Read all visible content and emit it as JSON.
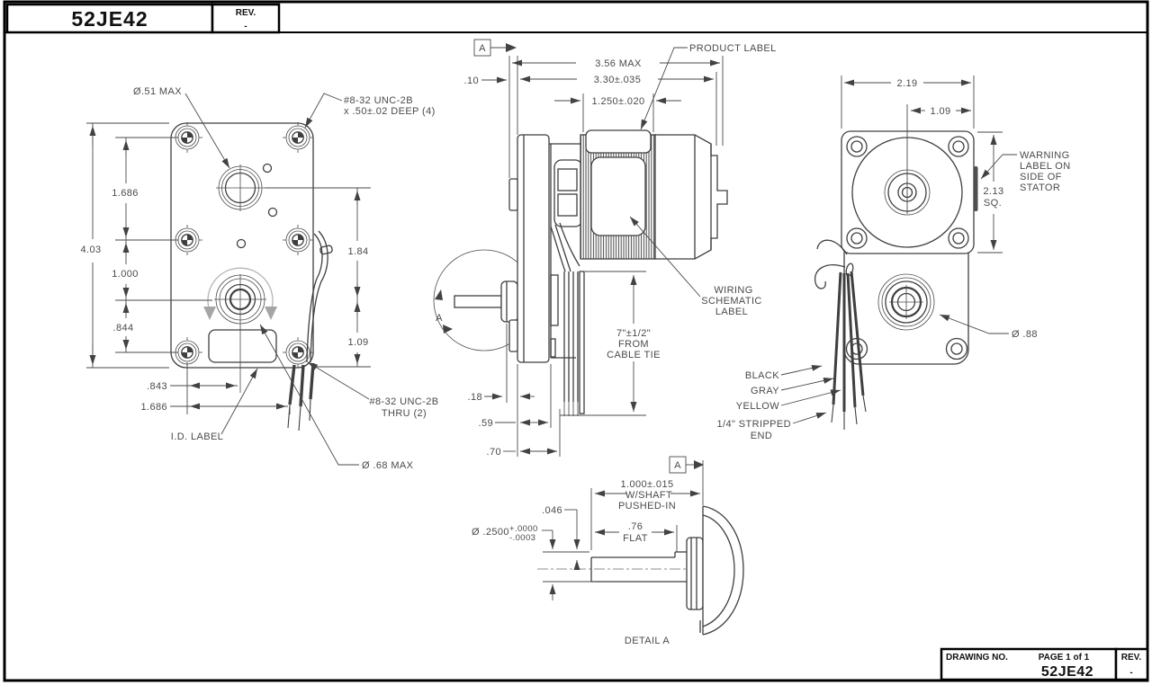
{
  "colors": {
    "line": "#3f3f3f",
    "text": "#4a4a4a",
    "rotation_arrow_gray": "#a5a5a5",
    "stator_side_dark": "#4f4f4f"
  },
  "header": {
    "drawing_no": "52JE42",
    "rev_label": "REV.",
    "rev_value": "-"
  },
  "footer": {
    "drawing_no_label": "DRAWING NO.",
    "page_label": "PAGE 1 of 1",
    "drawing_no": "52JE42",
    "rev_label": "REV.",
    "rev_value": "-"
  },
  "front_view": {
    "dim_overall_height": "4.03",
    "dim_upper": "1.686",
    "dim_mid": "1.000",
    "dim_lower": ".844",
    "dim_right_upper": "1.84",
    "dim_right_lower": "1.09",
    "dim_bottom_a": ".843",
    "dim_bottom_b": "1.686",
    "note_boss": "Ø.51 MAX",
    "note_tapped_1": "#8-32 UNC-2B",
    "note_tapped_2": "x .50±.02 DEEP (4)",
    "note_thru_1": "#8-32 UNC-2B",
    "note_thru_2": "THRU (2)",
    "note_id_label": "I.D. LABEL",
    "note_shaft": "Ø .68 MAX"
  },
  "side_view": {
    "datum_top": "A",
    "detail_mark": "A",
    "dim_max_len": "3.56 MAX",
    "dim_len": "3.30±.035",
    "dim_plate": ".10",
    "dim_stator": "1.250±.020",
    "note_product_label": "PRODUCT LABEL",
    "note_wiring_1": "WIRING",
    "note_wiring_2": "SCHEMATIC",
    "note_wiring_3": "LABEL",
    "note_cable_1": "7\"±1/2\"",
    "note_cable_2": "FROM",
    "note_cable_3": "CABLE TIE",
    "dim_hub": ".18",
    "dim_plate_asm": ".59",
    "dim_mount": ".70"
  },
  "rear_view": {
    "dim_width": "2.19",
    "dim_center": "1.09",
    "dim_sq_1": "2.13",
    "dim_sq_2": "SQ.",
    "note_warning_1": "WARNING",
    "note_warning_2": "LABEL ON",
    "note_warning_3": "SIDE OF",
    "note_warning_4": "STATOR",
    "wire_black": "BLACK",
    "wire_gray": "GRAY",
    "wire_yellow": "YELLOW",
    "note_stripped_1": "1/4\" STRIPPED",
    "note_stripped_2": "END",
    "note_boss": "Ø .88"
  },
  "detail_view": {
    "datum": "A",
    "dim_shaft_1": "1.000±.015",
    "dim_shaft_2": "W/SHAFT",
    "dim_shaft_3": "PUSHED-IN",
    "dim_flat_depth": ".046",
    "dim_dia": "Ø .2500",
    "dim_dia_tol_plus": "+.0000",
    "dim_dia_tol_minus": "-.0003",
    "dim_flat_1": ".76",
    "dim_flat_2": "FLAT",
    "caption": "DETAIL A"
  }
}
